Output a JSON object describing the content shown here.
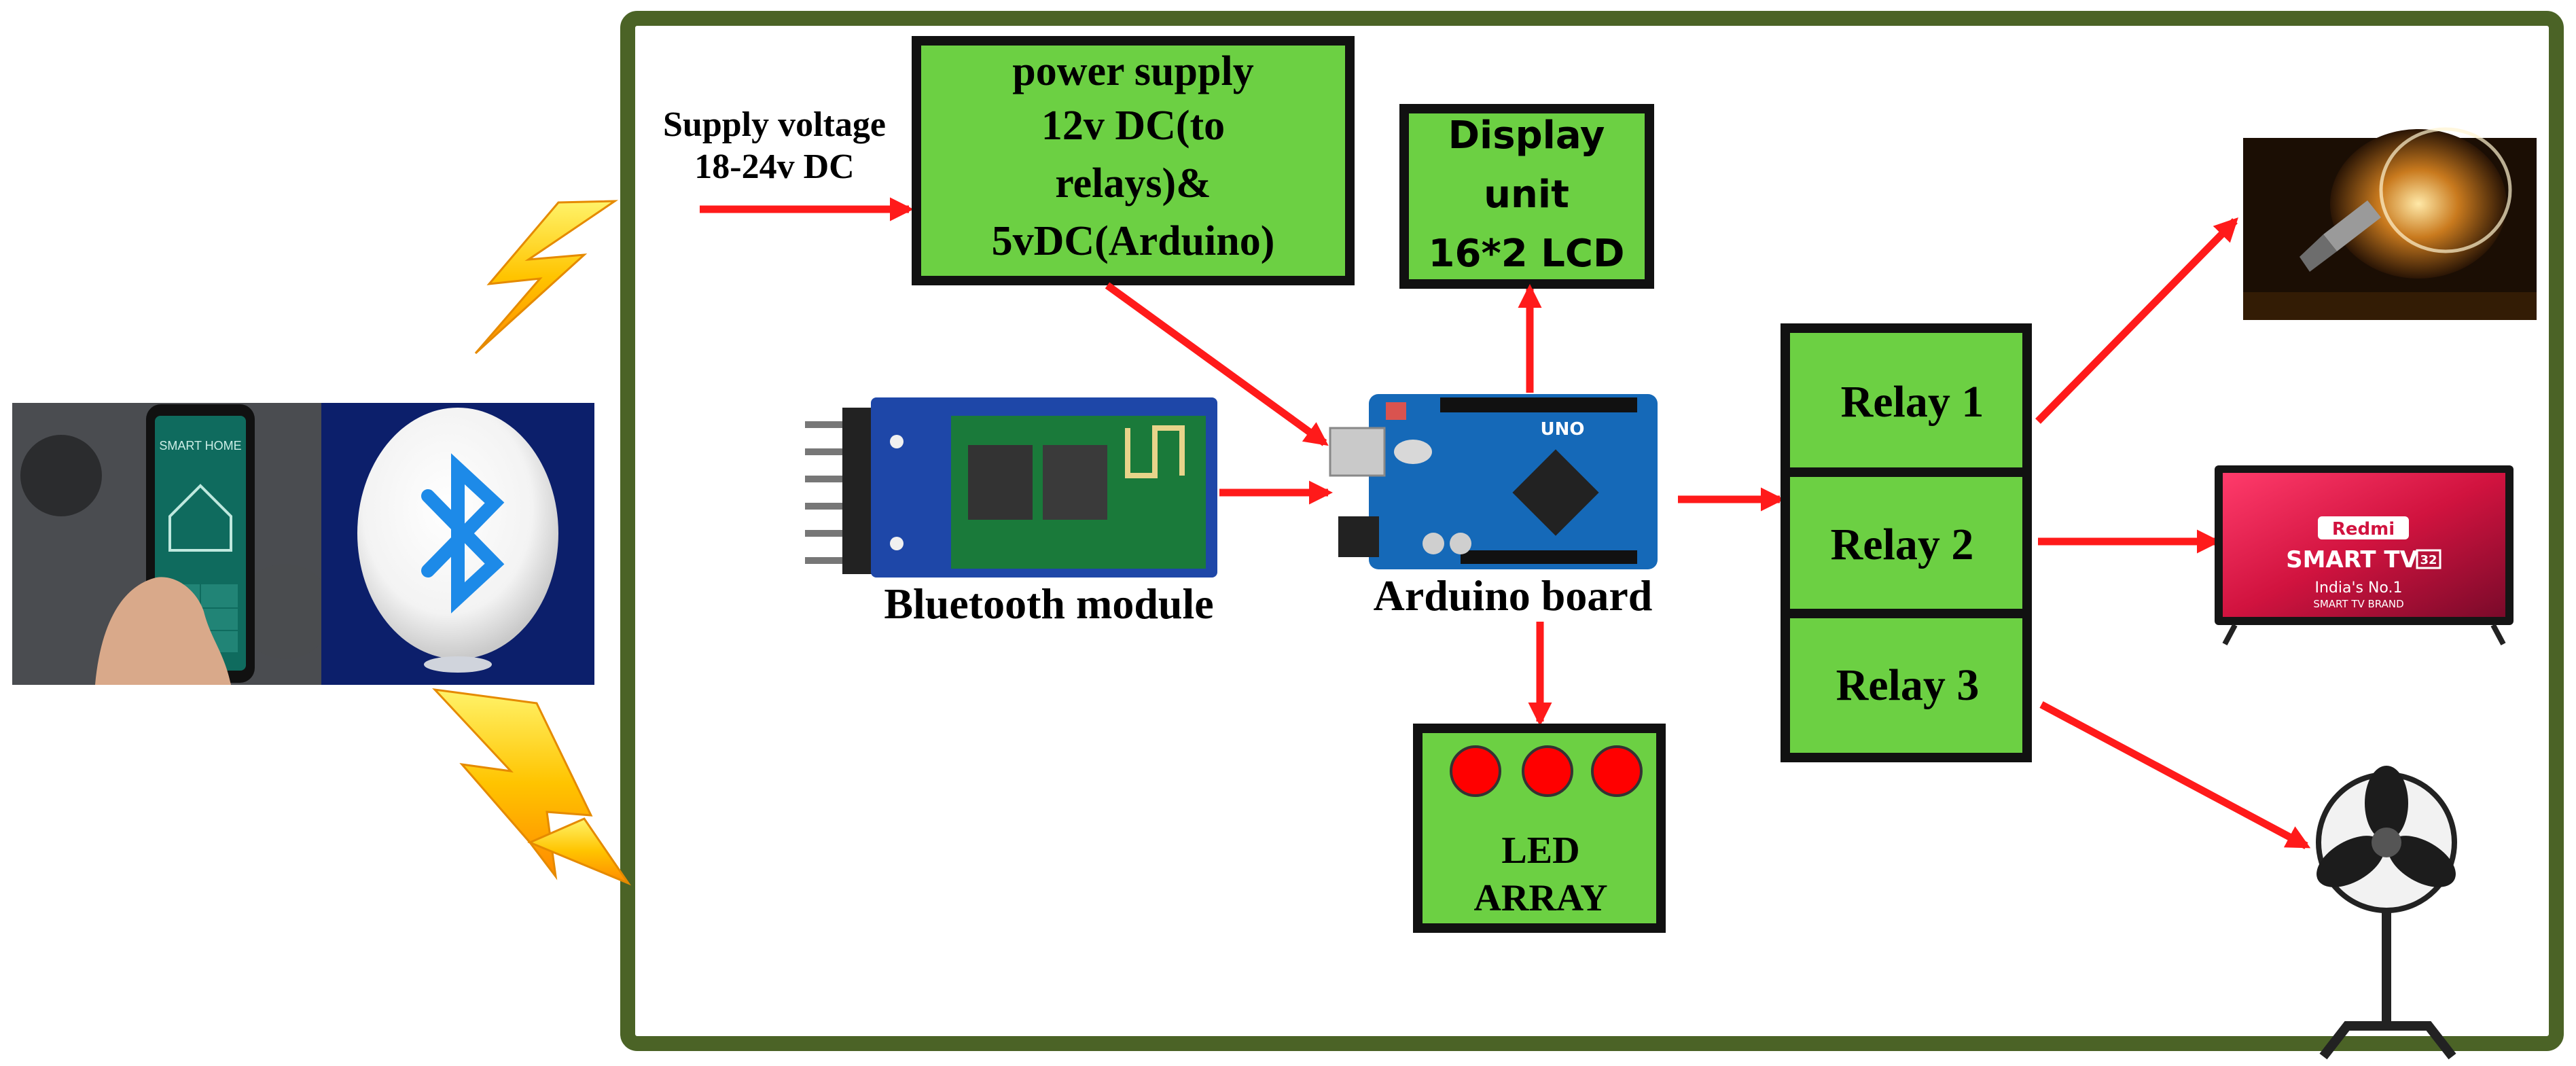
{
  "supply": {
    "line1": "Supply voltage",
    "line2": "18-24v DC"
  },
  "power_supply": {
    "lines": [
      "power supply",
      "12v DC(to",
      "relays)&",
      "5vDC(Arduino)"
    ]
  },
  "display": {
    "lines": [
      "Display",
      "unit",
      "16*2 LCD"
    ]
  },
  "bluetooth_label": "Bluetooth module",
  "arduino_label": "Arduino board",
  "arduino_board_text": "UNO",
  "led": {
    "lines": [
      "LED",
      "ARRAY"
    ]
  },
  "relays": [
    "Relay 1",
    "Relay 2",
    "Relay 3"
  ],
  "phone": {
    "screen_title": "SMART HOME"
  },
  "tv": {
    "brand": "Redmi",
    "model": "SMART TV",
    "size": "32",
    "tagline": "India's No.1",
    "sub": "SMART TV BRAND"
  },
  "colors": {
    "block_green": "#6cd043",
    "frame_green": "#4b6326",
    "arrow_red": "#ff1a1a",
    "bluetooth_bg": "#0c1f6b",
    "led_red": "#ff0000"
  }
}
